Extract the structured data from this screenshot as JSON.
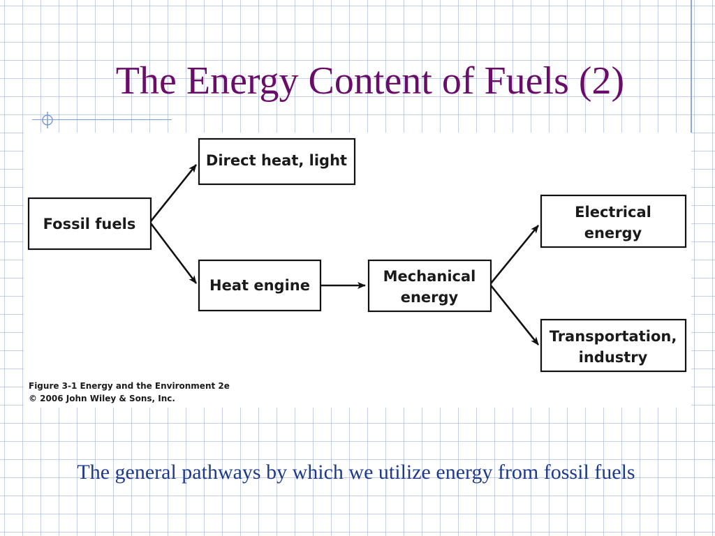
{
  "slide": {
    "title": "The Energy Content of Fuels (2)",
    "subtitle": "The general pathways by which we utilize energy from fossil fuels",
    "colors": {
      "title": "#6a0d6a",
      "subtitle": "#1e3a8a",
      "grid": "#afbee1",
      "accent": "#8ea7dc"
    }
  },
  "diagram": {
    "nodes": {
      "fossil_fuels": [
        "Fossil fuels"
      ],
      "direct_heat_light": [
        "Direct heat, light"
      ],
      "heat_engine": [
        "Heat engine"
      ],
      "mechanical_energy": [
        "Mechanical",
        "energy"
      ],
      "electrical_energy": [
        "Electrical",
        "energy"
      ],
      "transportation_industry": [
        "Transportation,",
        "industry"
      ]
    },
    "edges": [
      {
        "from": "fossil_fuels",
        "to": "direct_heat_light"
      },
      {
        "from": "fossil_fuels",
        "to": "heat_engine"
      },
      {
        "from": "heat_engine",
        "to": "mechanical_energy"
      },
      {
        "from": "mechanical_energy",
        "to": "electrical_energy"
      },
      {
        "from": "mechanical_energy",
        "to": "transportation_industry"
      }
    ]
  },
  "figure_caption": {
    "line1": "Figure 3-1  Energy and the Environment 2e",
    "line2": "© 2006 John Wiley & Sons, Inc."
  }
}
